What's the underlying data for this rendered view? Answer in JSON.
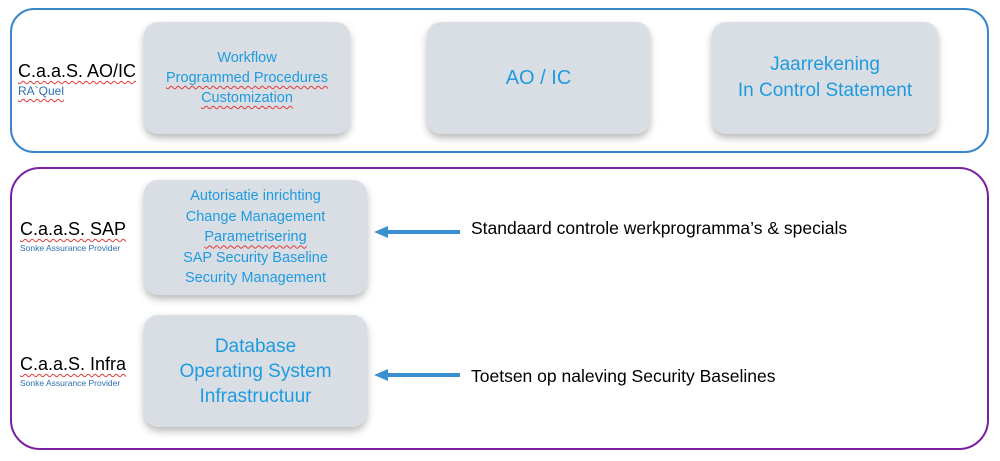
{
  "top_section": {
    "label": {
      "title": "C.a.a.S. AO/IC",
      "subtitle": "RA`Quel"
    },
    "boxes": {
      "workflow": [
        "Workflow",
        "Programmed Procedures",
        "Customization"
      ],
      "aoic": [
        "AO / IC"
      ],
      "jaarrekening": [
        "Jaarrekening",
        "In Control Statement"
      ]
    }
  },
  "sap_row": {
    "label": {
      "title": "C.a.a.S. SAP",
      "subtitle": "Sonke Assurance Provider"
    },
    "box": [
      "Autorisatie inrichting",
      "Change Management",
      "Parametrisering",
      "SAP Security Baseline",
      "Security Management"
    ],
    "description": "Standaard controle werkprogramma’s & specials"
  },
  "infra_row": {
    "label": {
      "title": "C.a.a.S. Infra",
      "subtitle": "Sonke Assurance Provider"
    },
    "box": [
      "Database",
      "Operating System",
      "Infrastructuur"
    ],
    "description": "Toetsen op naleving Security Baselines"
  },
  "colors": {
    "top_border": "#3b86c8",
    "bottom_border": "#7a1fa2",
    "box_fill": "#d9dee5",
    "box_text": "#1e9be0",
    "arrow": "#3a8fd0"
  }
}
